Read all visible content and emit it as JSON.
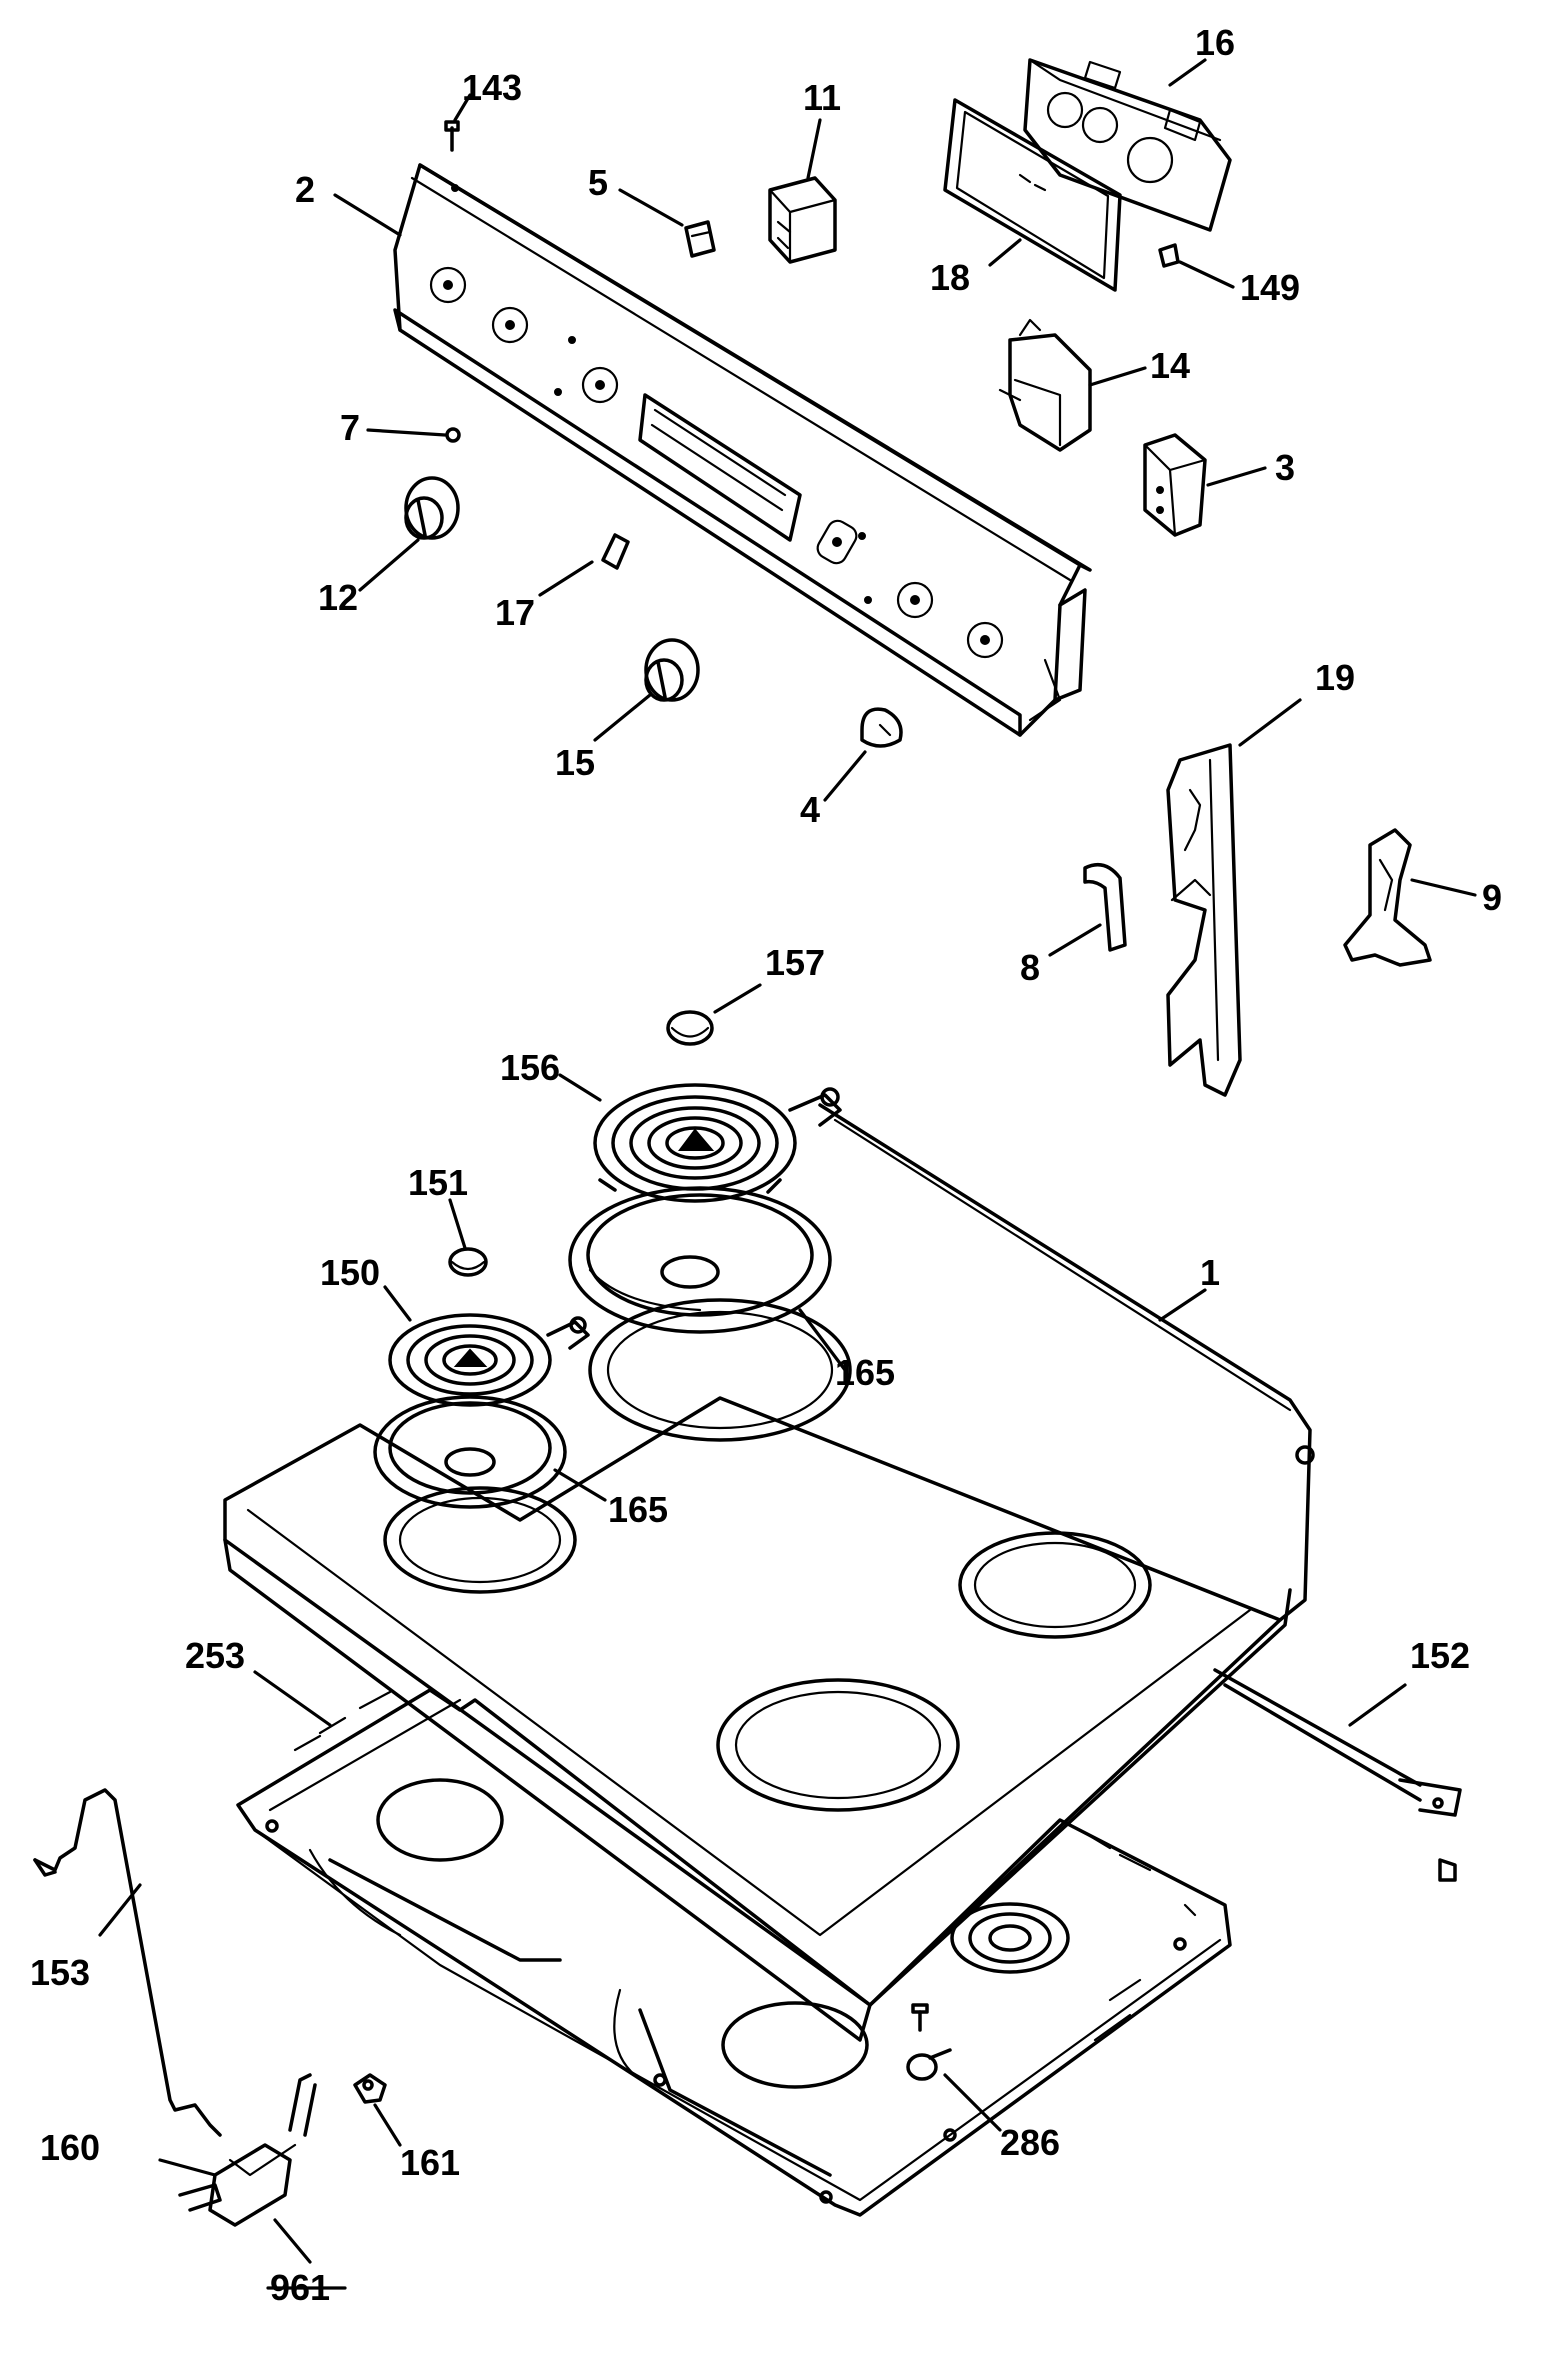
{
  "callouts": [
    {
      "id": "143",
      "label": "143"
    },
    {
      "id": "2",
      "label": "2"
    },
    {
      "id": "5",
      "label": "5"
    },
    {
      "id": "11",
      "label": "11"
    },
    {
      "id": "16",
      "label": "16"
    },
    {
      "id": "18",
      "label": "18"
    },
    {
      "id": "149",
      "label": "149"
    },
    {
      "id": "14",
      "label": "14"
    },
    {
      "id": "3",
      "label": "3"
    },
    {
      "id": "7",
      "label": "7"
    },
    {
      "id": "12",
      "label": "12"
    },
    {
      "id": "17",
      "label": "17"
    },
    {
      "id": "15",
      "label": "15"
    },
    {
      "id": "4",
      "label": "4"
    },
    {
      "id": "19",
      "label": "19"
    },
    {
      "id": "9",
      "label": "9"
    },
    {
      "id": "8",
      "label": "8"
    },
    {
      "id": "157",
      "label": "157"
    },
    {
      "id": "156",
      "label": "156"
    },
    {
      "id": "151",
      "label": "151"
    },
    {
      "id": "150",
      "label": "150"
    },
    {
      "id": "1",
      "label": "1"
    },
    {
      "id": "165a",
      "label": "165"
    },
    {
      "id": "165b",
      "label": "165"
    },
    {
      "id": "253",
      "label": "253"
    },
    {
      "id": "152",
      "label": "152"
    },
    {
      "id": "153",
      "label": "153"
    },
    {
      "id": "160",
      "label": "160"
    },
    {
      "id": "161",
      "label": "161"
    },
    {
      "id": "286",
      "label": "286"
    },
    {
      "id": "961",
      "label": "961"
    }
  ]
}
